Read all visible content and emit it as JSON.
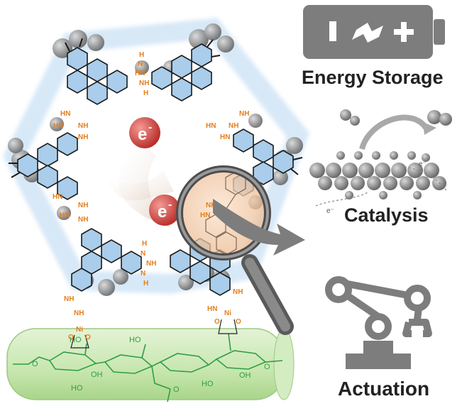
{
  "applications": {
    "energy_storage": "Energy Storage",
    "catalysis": "Catalysis",
    "actuation": "Actuation"
  },
  "electron_symbol": "e",
  "electron_superscript": "-",
  "small_electron_label": "e⁻",
  "framework_labels": {
    "hn": "HN",
    "nh": "NH",
    "h": "H",
    "n": "N",
    "ni": "Ni",
    "o": "O",
    "ho": "HO",
    "oh": "OH"
  },
  "colors": {
    "ring_fill": "#a9cdea",
    "ring_stroke": "#1a1a1a",
    "amine": "#e37f20",
    "cellulose": "#2f9e44",
    "electron": "#d9423f",
    "icon_gray": "#7d7d7d",
    "lens_tint": "#f2c49a"
  }
}
